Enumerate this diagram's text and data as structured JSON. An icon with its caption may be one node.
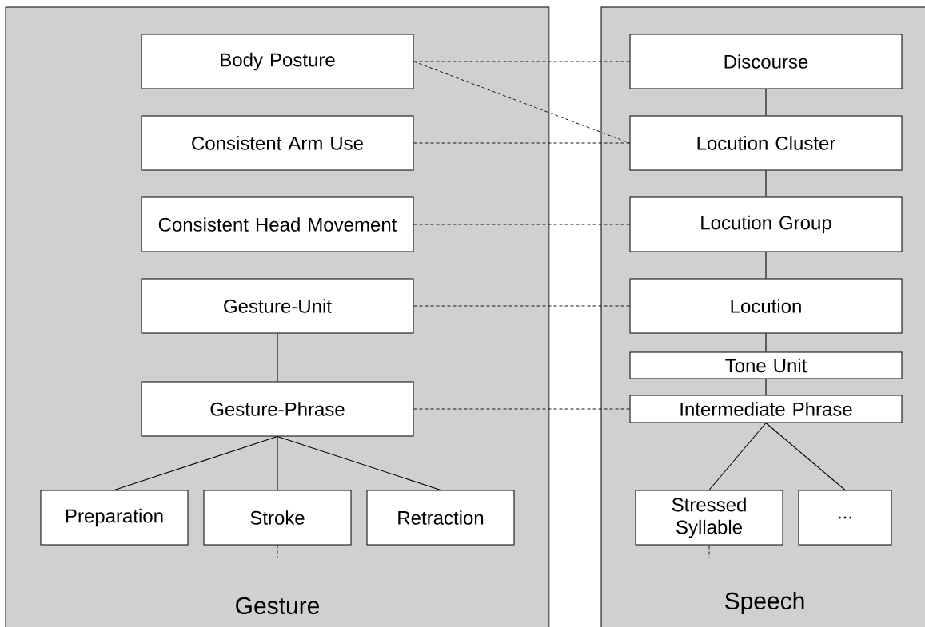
{
  "diagram": {
    "nodes": [
      {
        "text": [
          "Gesture"
        ]
      },
      {
        "text": [
          "Body Posture"
        ],
        "in": 0
      },
      {
        "text": [
          "Consistent Arm Use"
        ],
        "in": 0
      },
      {
        "text": [
          "Consistent Head Movement"
        ],
        "in": 0
      },
      {
        "text": [
          "Gesture-Unit"
        ],
        "in": 0
      },
      {
        "text": [
          "Gesture-Phrase"
        ],
        "in": 0
      },
      {
        "text": [
          "Preparation"
        ],
        "in": 0
      },
      {
        "text": [
          "Stroke"
        ],
        "in": 0
      },
      {
        "text": [
          "Retraction"
        ],
        "in": 0
      },
      {
        "text": [
          "Speech"
        ]
      },
      {
        "text": [
          "Discourse"
        ],
        "in": 9
      },
      {
        "text": [
          "Locution Cluster"
        ],
        "in": 9
      },
      {
        "text": [
          "Locution Group"
        ],
        "in": 9
      },
      {
        "text": [
          "Locution"
        ],
        "in": 9
      },
      {
        "text": [
          "Tone Unit"
        ],
        "in": 9
      },
      {
        "text": [
          "Intermediate Phrase"
        ],
        "in": 9
      },
      {
        "text": [
          "Stressed Syllable"
        ],
        "in": 9
      },
      {
        "text": [
          "..."
        ],
        "in": 9
      }
    ],
    "edges": [
      {
        "from": 1,
        "to": 10,
        "arrow": "none",
        "style": "dashed"
      },
      {
        "from": 1,
        "to": 11,
        "arrow": "none",
        "style": "dashed"
      },
      {
        "from": 2,
        "to": 11,
        "arrow": "none",
        "style": "dashed"
      },
      {
        "from": 3,
        "to": 12,
        "arrow": "none",
        "style": "dashed"
      },
      {
        "from": 4,
        "to": 13,
        "arrow": "none",
        "style": "dashed"
      },
      {
        "from": 5,
        "to": 15,
        "arrow": "none",
        "style": "dashed"
      },
      {
        "from": 7,
        "to": 16,
        "arrow": "none",
        "style": "dashed"
      },
      {
        "from": 4,
        "to": 5,
        "arrow": "none"
      },
      {
        "from": 5,
        "to": 6,
        "arrow": "none"
      },
      {
        "from": 5,
        "to": 7,
        "arrow": "none"
      },
      {
        "from": 5,
        "to": 8,
        "arrow": "none"
      },
      {
        "from": 10,
        "to": 11,
        "arrow": "none"
      },
      {
        "from": 11,
        "to": 12,
        "arrow": "none"
      },
      {
        "from": 12,
        "to": 13,
        "arrow": "none"
      },
      {
        "from": 13,
        "to": 14,
        "arrow": "none"
      },
      {
        "from": 14,
        "to": 15,
        "arrow": "none"
      },
      {
        "from": 15,
        "to": 16,
        "arrow": "none"
      },
      {
        "from": 15,
        "to": 17,
        "arrow": "none"
      }
    ]
  }
}
